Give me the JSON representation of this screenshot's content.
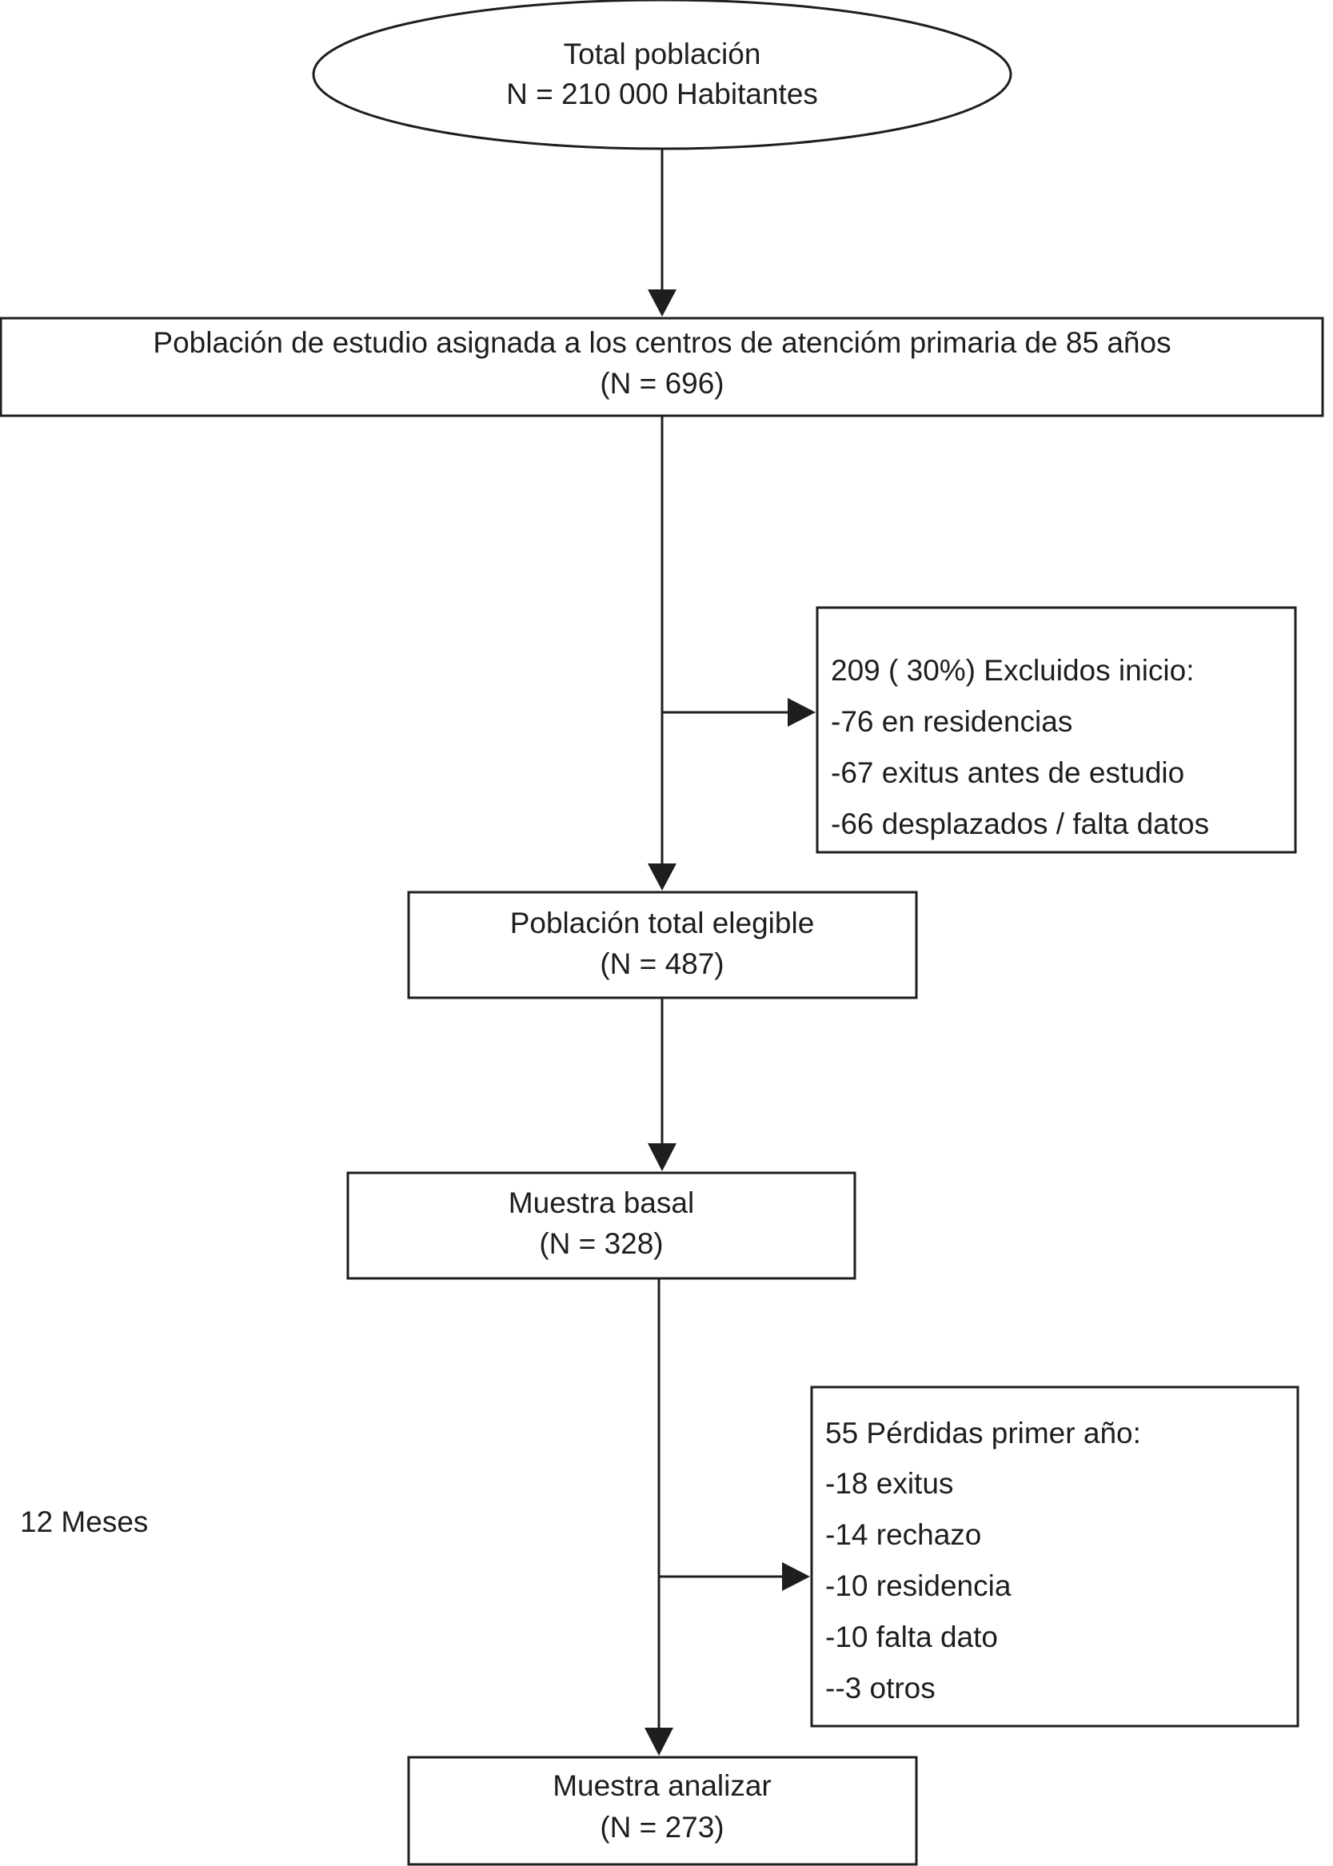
{
  "nodes": {
    "total_poblacion": {
      "lines": [
        "Total población",
        "N = 210 000 Habitantes"
      ]
    },
    "poblacion_estudio": {
      "lines": [
        "Población de estudio asignada a los centros de atencióm primaria  de 85 años",
        "(N = 696)"
      ]
    },
    "excluidos": {
      "lines": [
        "209 ( 30%)  Excluidos inicio:",
        "-76 en residencias",
        "-67 exitus antes de estudio",
        "-66 desplazados / falta datos"
      ]
    },
    "poblacion_elegible": {
      "lines": [
        "Población total elegible",
        "(N = 487)"
      ]
    },
    "muestra_basal": {
      "lines": [
        "Muestra basal",
        "(N = 328)"
      ]
    },
    "perdidas": {
      "lines": [
        "55 Pérdidas primer año:",
        "-18 exitus",
        "-14 rechazo",
        "-10 residencia",
        "-10  falta dato",
        "--3 otros"
      ]
    },
    "muestra_analizar": {
      "lines": [
        "Muestra analizar",
        "(N = 273)"
      ]
    }
  },
  "side_label": "12 Meses"
}
